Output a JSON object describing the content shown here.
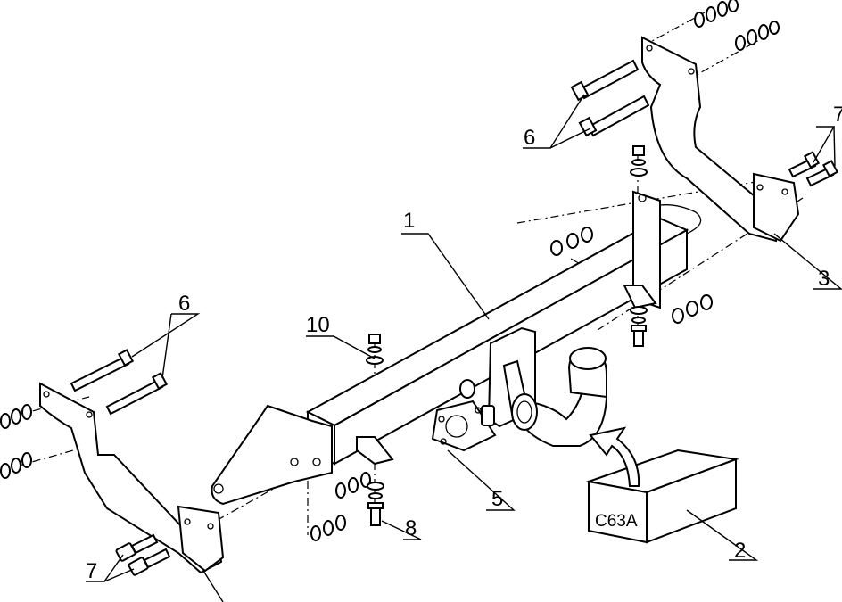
{
  "labels": {
    "part1": "1",
    "part2": "2",
    "part3": "3",
    "part5": "5",
    "part6_top": "6",
    "part6_left": "6",
    "part7_top": "7",
    "part7_bottom": "7",
    "part8": "8",
    "part10": "10"
  },
  "box_code": "C63A"
}
